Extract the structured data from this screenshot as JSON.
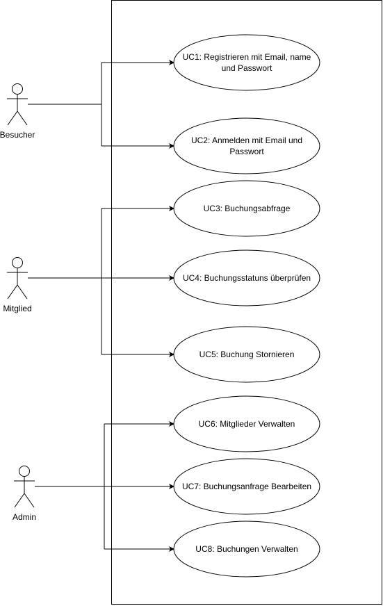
{
  "actors": [
    {
      "id": "besucher",
      "label": "Besucher"
    },
    {
      "id": "mitglied",
      "label": "Mitglied"
    },
    {
      "id": "admin",
      "label": "Admin"
    }
  ],
  "use_cases": [
    {
      "id": "uc1",
      "lines": [
        "UC1: Registrieren mit Email, name",
        "und Passwort"
      ]
    },
    {
      "id": "uc2",
      "lines": [
        "UC2: Anmelden mit Email und",
        "Passwort"
      ]
    },
    {
      "id": "uc3",
      "lines": [
        "UC3: Buchungsabfrage"
      ]
    },
    {
      "id": "uc4",
      "lines": [
        "UC4: Buchungsstatuns überprüfen"
      ]
    },
    {
      "id": "uc5",
      "lines": [
        "UC5: Buchung Stornieren"
      ]
    },
    {
      "id": "uc6",
      "lines": [
        "UC6: Mitglieder Verwalten"
      ]
    },
    {
      "id": "uc7",
      "lines": [
        "UC7: Buchungsanfrage Bearbeiten"
      ]
    },
    {
      "id": "uc8",
      "lines": [
        "UC8: Buchungen Verwalten"
      ]
    }
  ],
  "associations": [
    {
      "actor": "besucher",
      "use_cases": [
        "uc1",
        "uc2"
      ]
    },
    {
      "actor": "mitglied",
      "use_cases": [
        "uc3",
        "uc4",
        "uc5"
      ]
    },
    {
      "actor": "admin",
      "use_cases": [
        "uc6",
        "uc7",
        "uc8"
      ]
    }
  ],
  "colors": {
    "line": "#000000",
    "background": "#ffffff"
  }
}
